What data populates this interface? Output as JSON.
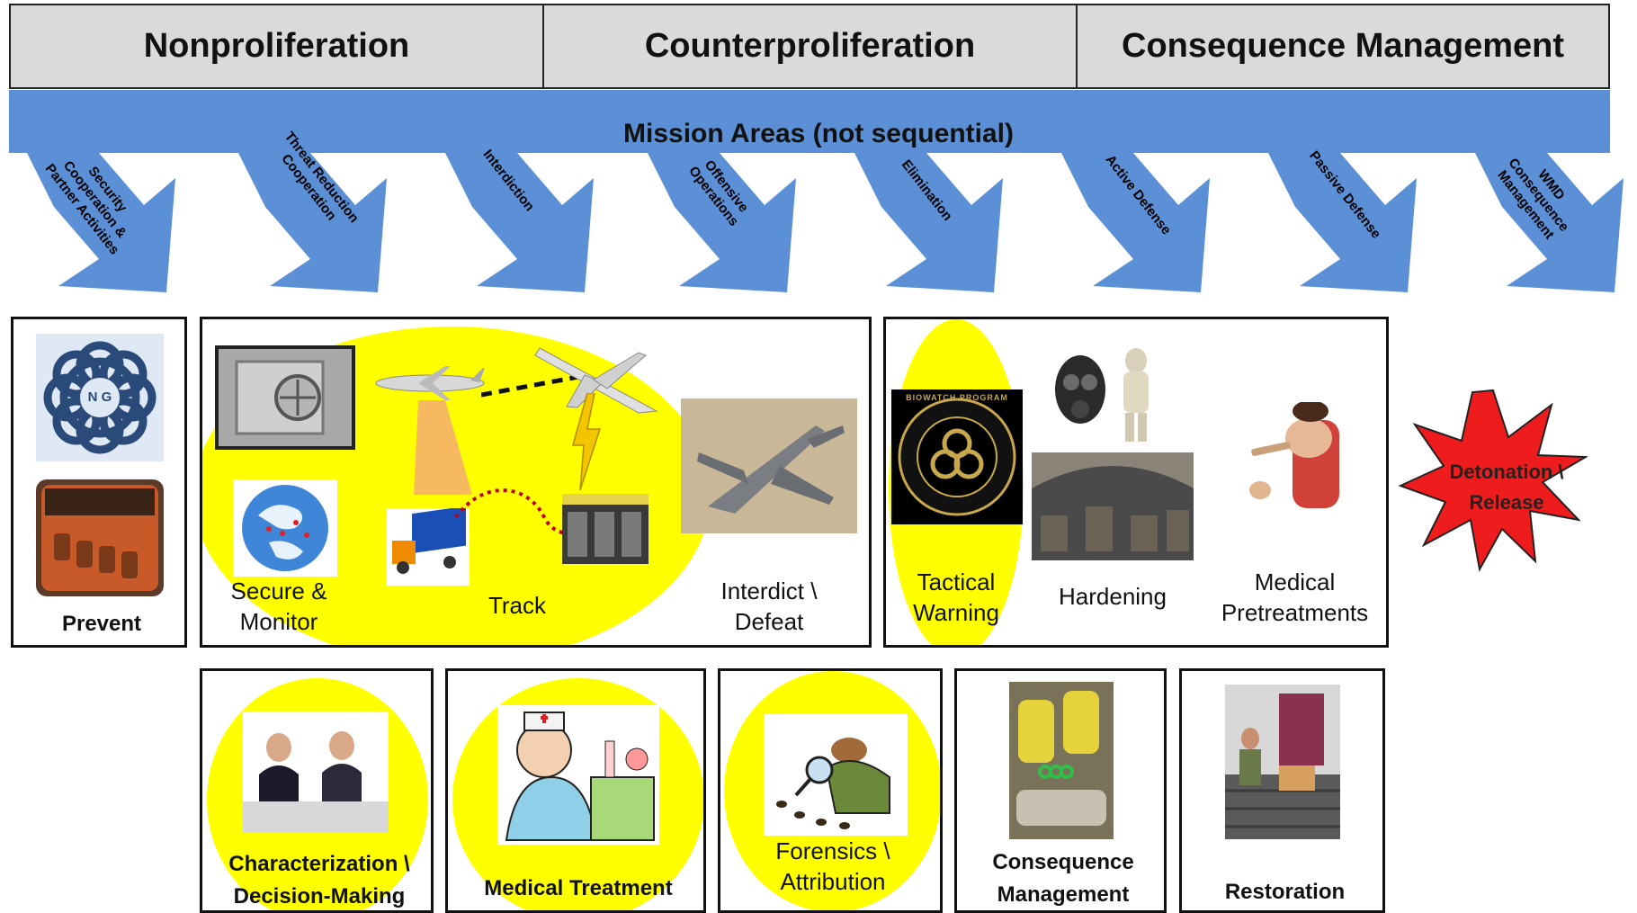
{
  "header": {
    "cells": [
      "Nonproliferation",
      "Counterproliferation",
      "Consequence Management"
    ]
  },
  "banner": {
    "title": "Mission Areas (not sequential)"
  },
  "mission_areas": [
    "Security\nCooperation &\nPartner Activities",
    "Threat Reduction\nCooperation",
    "Interdiction",
    "Offensive\nOperations",
    "Elimination",
    "Active Defense",
    "Passive Defense",
    "WMD\nConsequence\nManagement"
  ],
  "row1": {
    "prevent": {
      "label": "Prevent",
      "logo_text": "N G"
    },
    "secure_monitor": "Secure &\nMonitor",
    "track": "Track",
    "interdict_defeat": "Interdict \\\nDefeat",
    "tactical_warning": "Tactical\nWarning",
    "biowatch_text": "BIOWATCH PROGRAM",
    "hardening": "Hardening",
    "medical_pretreatments": "Medical\nPretreatments",
    "detonation": "Detonation \\\nRelease"
  },
  "row2": {
    "characterization": "Characterization \\\nDecision-Making",
    "medical_treatment": "Medical Treatment",
    "forensics": "Forensics \\\nAttribution",
    "consequence_management": "Consequence\nManagement",
    "restoration": "Restoration"
  },
  "colors": {
    "banner_blue": "#5b8fd6",
    "highlight_yellow": "#ffff00",
    "header_gray": "#dadada",
    "starburst_red": "#ee1c1c"
  }
}
